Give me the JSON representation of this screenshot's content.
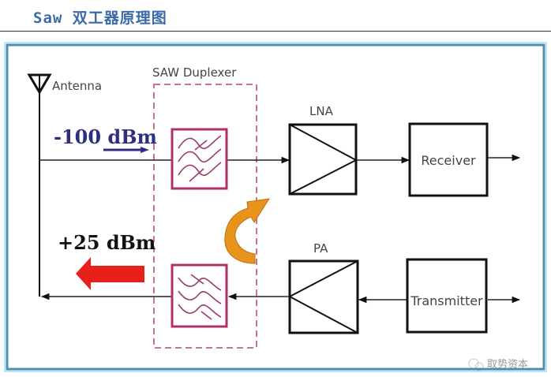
{
  "header": {
    "title": "Saw 双工器原理图"
  },
  "diagram": {
    "antenna_label": "Antenna",
    "duplexer_label": "SAW Duplexer",
    "rx_power": "-100 dBm",
    "tx_power": "+25 dBm",
    "lna_label": "LNA",
    "pa_label": "PA",
    "receiver_label": "Receiver",
    "transmitter_label": "Transmitter",
    "colors": {
      "frame": "#4a8fb0",
      "filter": "#b0306a",
      "duplexer_border": "#c0506a",
      "rx_text": "#2e2e80",
      "tx_arrow": "#e8201c",
      "leak_arrow": "#e8931a"
    }
  },
  "watermark": "取势资本"
}
